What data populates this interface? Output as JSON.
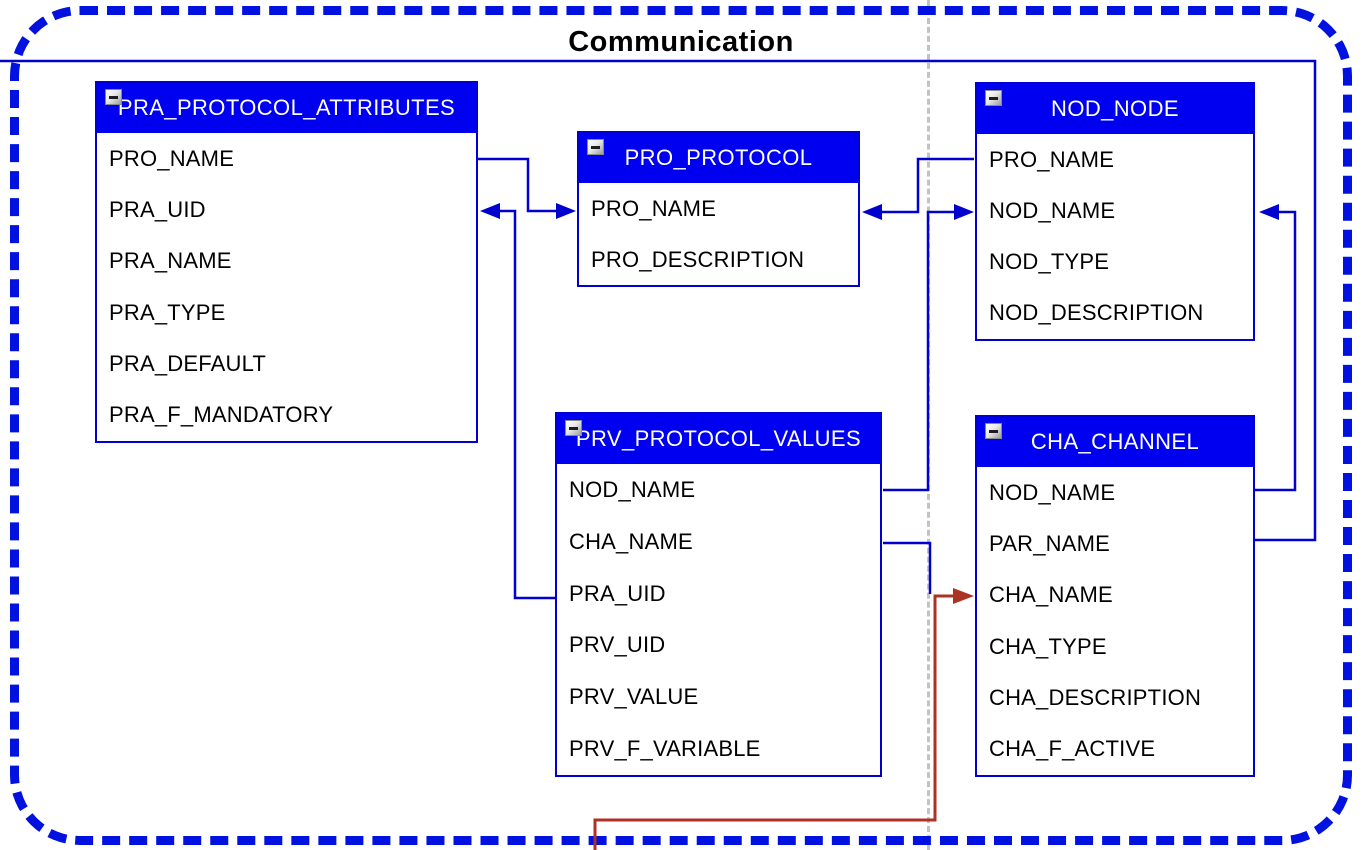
{
  "title": "Communication",
  "colors": {
    "header_blue": "#0000f0",
    "table_border_blue": "#0000cf",
    "connector_blue": "#0000cf",
    "frame_dash_blue": "#0011e0",
    "connector_red": "#ab3224",
    "divider_gray": "#c3c3c3",
    "header_text": "#ffffff",
    "field_text": "#000000"
  },
  "tables": [
    {
      "id": "pra",
      "name": "PRA_PROTOCOL_ATTRIBUTES",
      "fields": [
        "PRO_NAME",
        "PRA_UID",
        "PRA_NAME",
        "PRA_TYPE",
        "PRA_DEFAULT",
        "PRA_F_MANDATORY"
      ]
    },
    {
      "id": "pro",
      "name": "PRO_PROTOCOL",
      "fields": [
        "PRO_NAME",
        "PRO_DESCRIPTION"
      ]
    },
    {
      "id": "nod",
      "name": "NOD_NODE",
      "fields": [
        "PRO_NAME",
        "NOD_NAME",
        "NOD_TYPE",
        "NOD_DESCRIPTION"
      ]
    },
    {
      "id": "prv",
      "name": "PRV_PROTOCOL_VALUES",
      "fields": [
        "NOD_NAME",
        "CHA_NAME",
        "PRA_UID",
        "PRV_UID",
        "PRV_VALUE",
        "PRV_F_VARIABLE"
      ]
    },
    {
      "id": "cha",
      "name": "CHA_CHANNEL",
      "fields": [
        "NOD_NAME",
        "PAR_NAME",
        "CHA_NAME",
        "CHA_TYPE",
        "CHA_DESCRIPTION",
        "CHA_F_ACTIVE"
      ]
    }
  ],
  "connectors": [
    {
      "from": "PRA_PROTOCOL_ATTRIBUTES.PRO_NAME",
      "to": "PRO_PROTOCOL.PRO_NAME",
      "color": "blue",
      "arrow": "into PRO_PROTOCOL"
    },
    {
      "from": "PRV_PROTOCOL_VALUES.PRA_UID",
      "to": "PRA_PROTOCOL_ATTRIBUTES.PRA_UID",
      "color": "blue",
      "arrow": "into PRA_PROTOCOL_ATTRIBUTES"
    },
    {
      "from": "NOD_NODE.PRO_NAME",
      "to": "PRO_PROTOCOL.PRO_NAME",
      "color": "blue",
      "arrow": "into PRO_PROTOCOL"
    },
    {
      "from": "PRV_PROTOCOL_VALUES.NOD_NAME",
      "to": "NOD_NODE.NOD_NAME",
      "color": "blue",
      "arrow": "into NOD_NODE"
    },
    {
      "from": "CHA_CHANNEL.NOD_NAME",
      "to": "NOD_NODE.NOD_NAME",
      "color": "blue",
      "arrow": "into NOD_NODE"
    },
    {
      "from": "offscreen-left-top",
      "to": "CHA_CHANNEL.PAR_NAME",
      "color": "blue",
      "arrow": "none visible"
    },
    {
      "from": "PRV_PROTOCOL_VALUES.CHA_NAME",
      "to": "CHA_CHANNEL.CHA_NAME",
      "color": "blue",
      "arrow": "merges with red arrow"
    },
    {
      "from": "offscreen-bottom",
      "to": "CHA_CHANNEL.CHA_NAME",
      "color": "red",
      "arrow": "into CHA_CHANNEL"
    }
  ]
}
